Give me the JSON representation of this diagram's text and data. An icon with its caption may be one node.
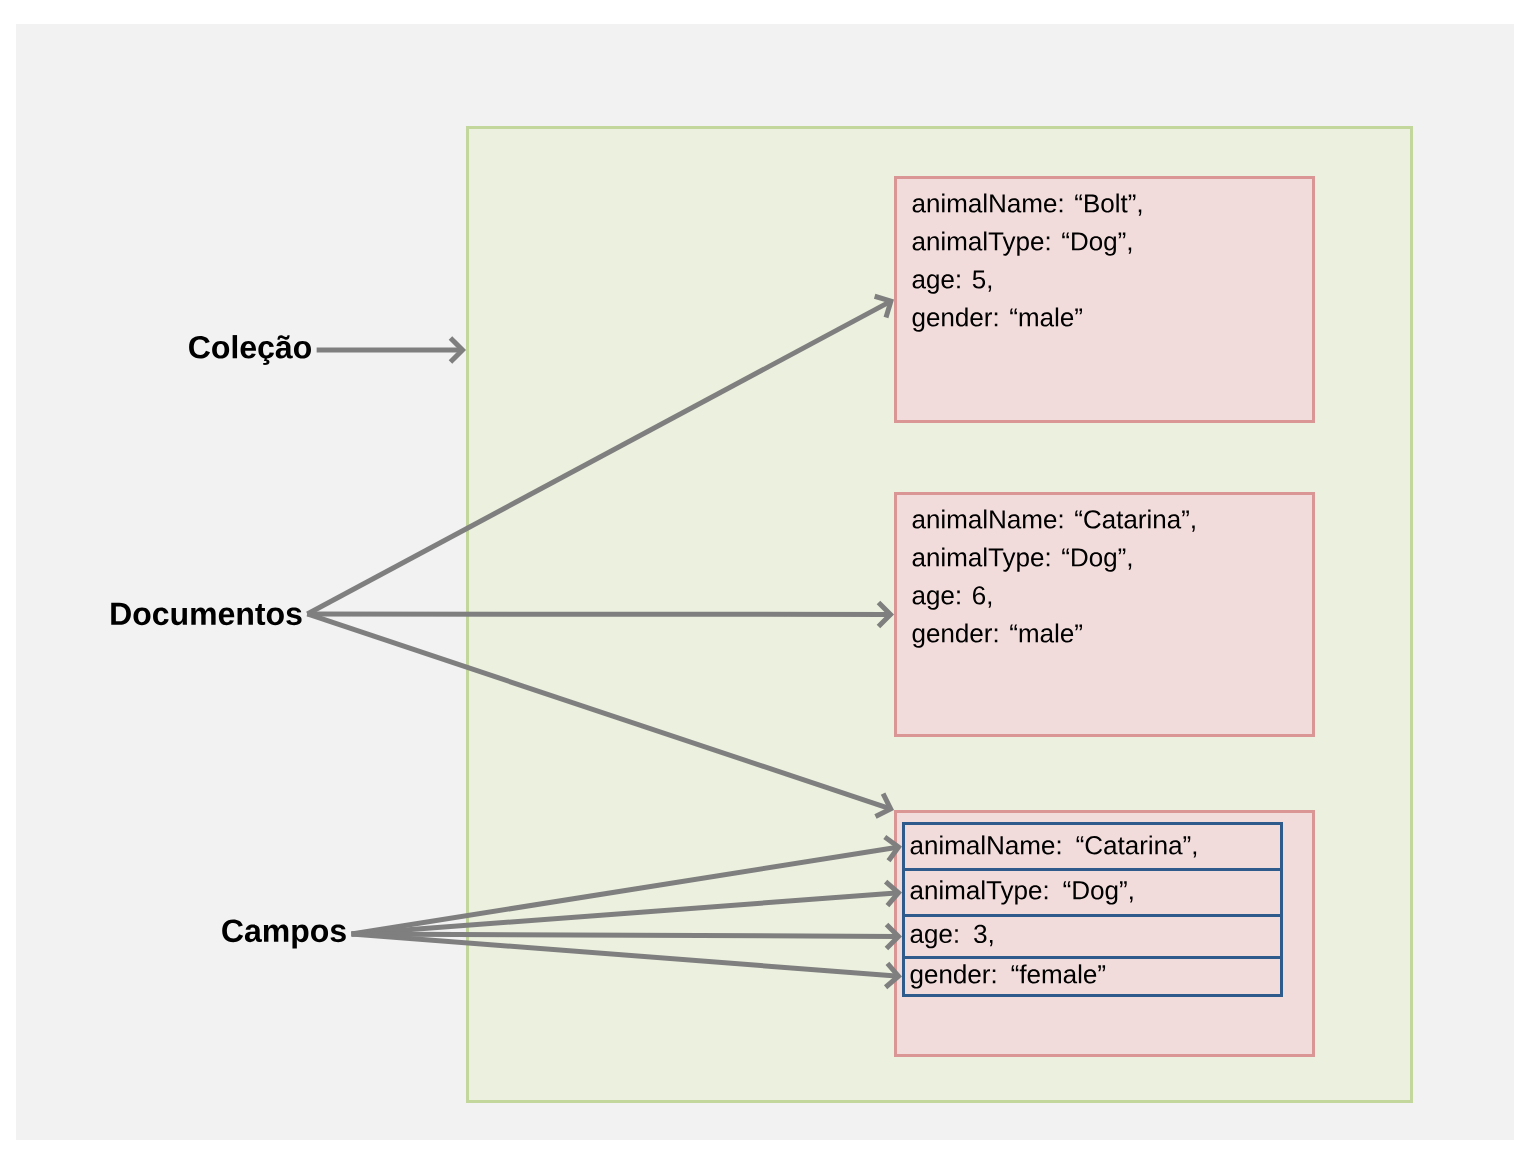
{
  "diagram": {
    "nodes": [
      {
        "text": [
          "Coleção"
        ]
      },
      {
        "text": [
          "Documentos"
        ]
      },
      {
        "text": [
          "Campos"
        ]
      },
      {
        "text": [],
        "shape": "box"
      },
      {
        "text": [
          "animalName: “Bolt”,",
          "animalType: “Dog”,",
          "age: 5,",
          "gender: “male”"
        ],
        "in": 3
      },
      {
        "text": [
          "animalName: “Catarina”,",
          "animalType: “Dog”,",
          "age: 6,",
          "gender: “male”"
        ],
        "in": 3
      },
      {
        "text": [],
        "shape": "box",
        "in": 3
      },
      {
        "text": [
          "animalName: “Catarina”,"
        ],
        "in": 6
      },
      {
        "text": [
          "animalType: “Dog”,"
        ],
        "in": 6
      },
      {
        "text": [
          "age: 3,"
        ],
        "in": 6
      },
      {
        "text": [
          "gender: “female”"
        ],
        "in": 6
      }
    ],
    "edges": [
      {
        "from": 0,
        "to": 3,
        "arrow": "to"
      },
      {
        "from": 1,
        "to": 4,
        "arrow": "to"
      },
      {
        "from": 1,
        "to": 5,
        "arrow": "to"
      },
      {
        "from": 1,
        "to": 6,
        "arrow": "to"
      },
      {
        "from": 2,
        "to": 7,
        "arrow": "to"
      },
      {
        "from": 2,
        "to": 8,
        "arrow": "to"
      },
      {
        "from": 2,
        "to": 9,
        "arrow": "to"
      },
      {
        "from": 2,
        "to": 10,
        "arrow": "to"
      }
    ]
  }
}
